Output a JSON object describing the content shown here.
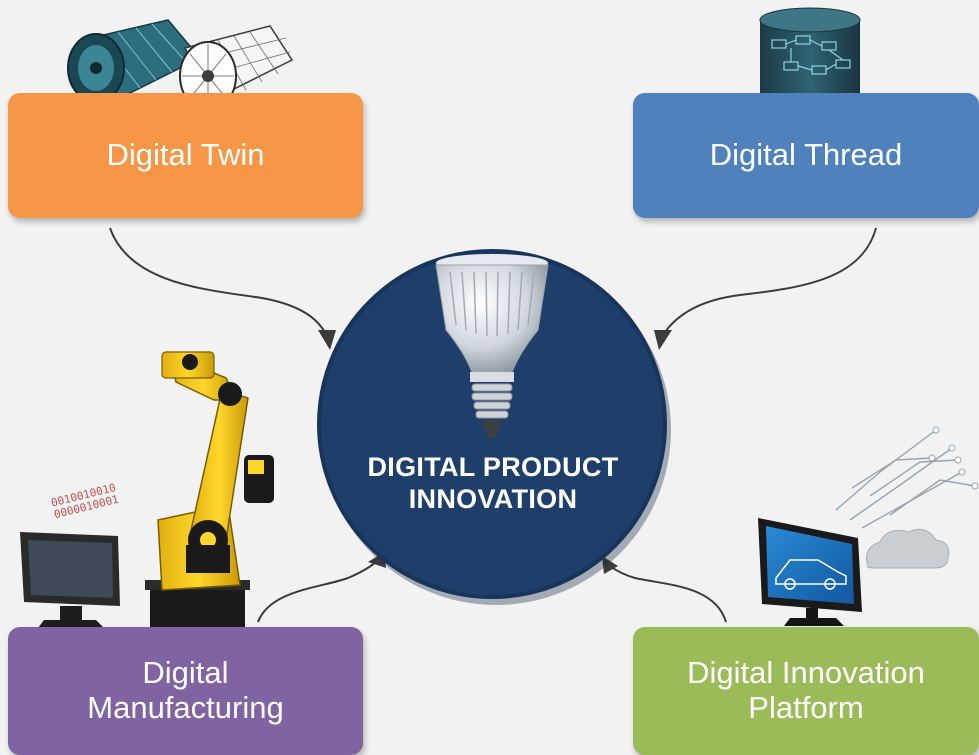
{
  "center": {
    "line1": "DIGITAL PRODUCT",
    "line2": "INNOVATION",
    "icon": "light-bulb-icon"
  },
  "boxes": {
    "twin": {
      "label": "Digital Twin",
      "color": "#f79646",
      "icon": "jet-engine-icon"
    },
    "thread": {
      "label": "Digital Thread",
      "color": "#4f81bd",
      "icon": "database-cylinder-icon"
    },
    "manufacturing": {
      "line1": "Digital",
      "line2": "Manufacturing",
      "color": "#8064a2",
      "icon": "robot-arm-icon"
    },
    "platform": {
      "line1": "Digital Innovation",
      "line2": "Platform",
      "color": "#9bbb59",
      "icon": "monitor-car-icon"
    }
  },
  "binary": {
    "line1": "0010010010",
    "line2": "0000010001"
  },
  "colors": {
    "circle": "#1f3f6b",
    "arrow": "#3b3b3b"
  }
}
